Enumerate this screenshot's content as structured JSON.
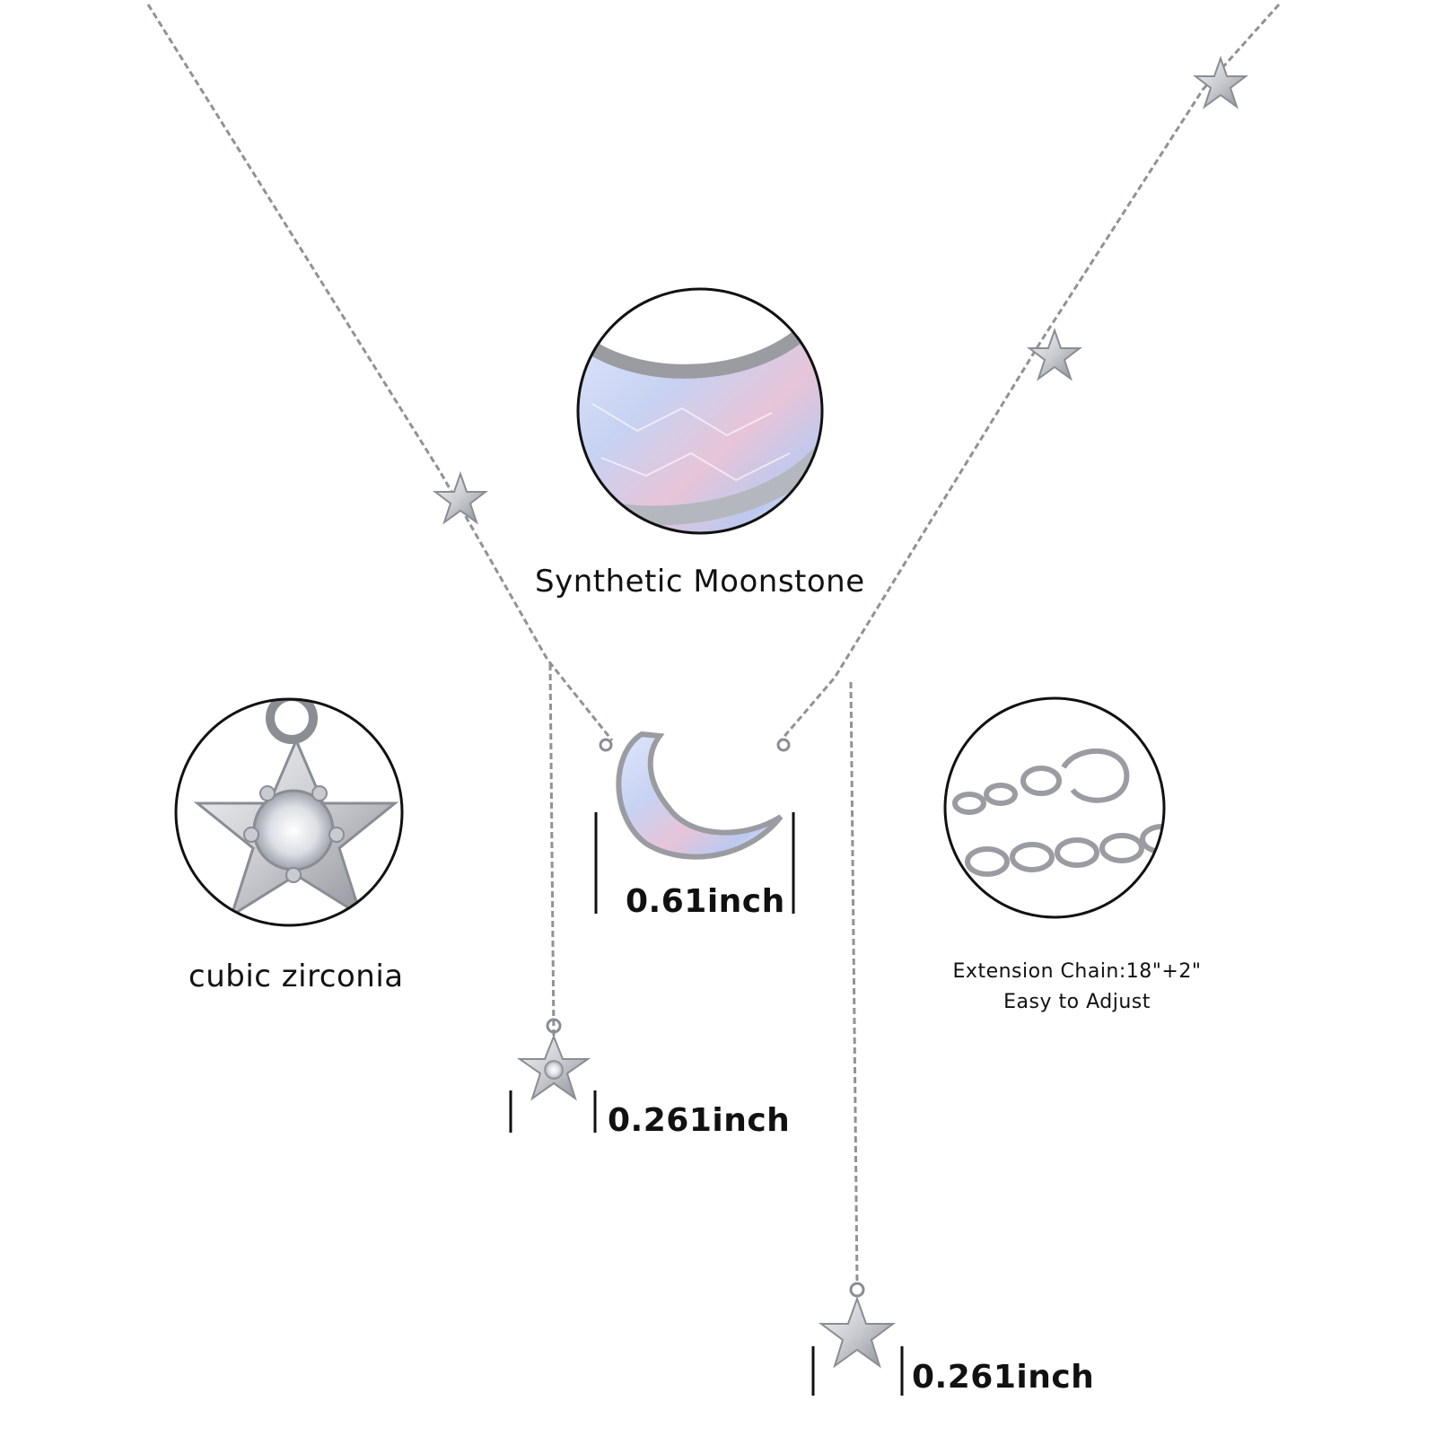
{
  "labels": {
    "moonstone": "Synthetic Moonstone",
    "cubic_zirconia": "cubic zirconia",
    "moon_size": "0.61inch",
    "star_small_size": "0.261inch",
    "star_bottom_size": "0.261inch",
    "extension_chain": "Extension Chain:18\"+2\"",
    "easy_adjust": "Easy to Adjust"
  },
  "colors": {
    "background": "#ffffff",
    "silver": "#c9cbd0",
    "silver_dark": "#8a8d93",
    "moonstone_blue": "#c7d2f2",
    "moonstone_pink": "#e7c4d8",
    "text": "#111111"
  }
}
